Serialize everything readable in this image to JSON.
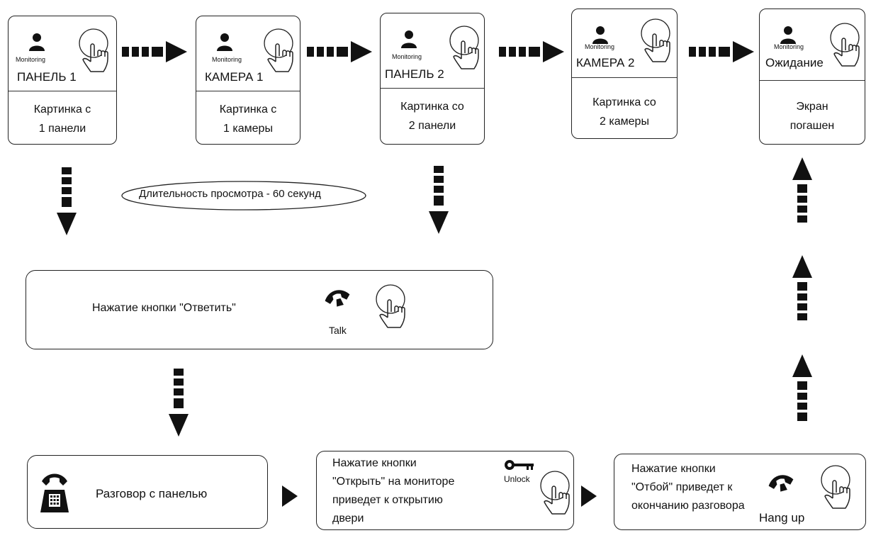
{
  "cards": [
    {
      "monitoring_label": "Monitoring",
      "title": "ПАНЕЛЬ 1",
      "body": [
        "Картинка с",
        "1 панели"
      ]
    },
    {
      "monitoring_label": "Monitoring",
      "title": "КАМЕРА 1",
      "body": [
        "Картинка с",
        "1 камеры"
      ]
    },
    {
      "monitoring_label": "Monitoring",
      "title": "ПАНЕЛЬ 2",
      "body": [
        "Картинка со",
        "2 панели"
      ]
    },
    {
      "monitoring_label": "Monitoring",
      "title": "КАМЕРА 2",
      "body": [
        "Картинка со",
        "2 камеры"
      ]
    },
    {
      "monitoring_label": "Monitoring",
      "title": "Ожидание",
      "body": [
        "Экран",
        "погашен"
      ]
    }
  ],
  "duration_note": "Длительность просмотра - 60 секунд",
  "answer_box": {
    "text": "Нажатие кнопки \"Ответить\"",
    "icon_label": "Talk"
  },
  "talk_box": {
    "text": "Разговор с панелью"
  },
  "unlock_box": {
    "lines": [
      "Нажатие кнопки",
      "\"Открыть\" на мониторе",
      "приведет к открытию",
      "двери"
    ],
    "icon_label": "Unlock"
  },
  "hangup_box": {
    "lines": [
      "Нажатие кнопки",
      "\"Отбой\" приведет к",
      "окончанию разговора"
    ],
    "icon_label": "Hang up"
  },
  "icons": [
    "person-icon",
    "hand-press-icon",
    "handset-icon",
    "key-icon",
    "desk-phone-icon"
  ]
}
